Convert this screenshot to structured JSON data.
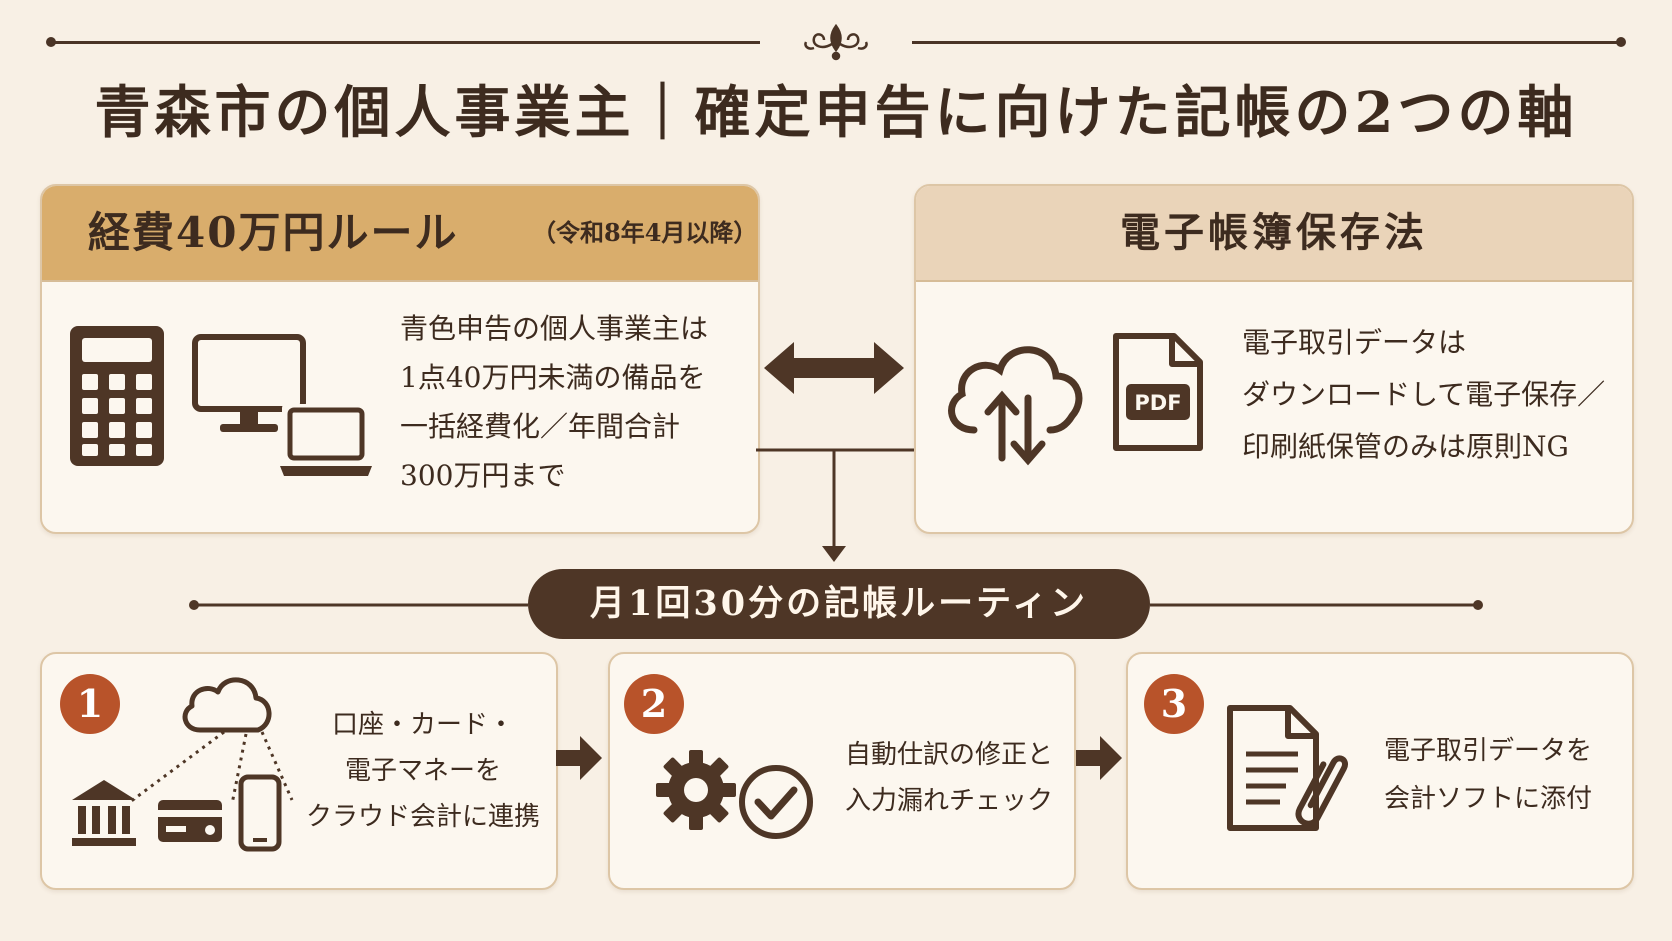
{
  "title": "青森市の個人事業主｜確定申告に向けた記帳の2つの軸",
  "left_card": {
    "heading": "経費40万円ルール",
    "heading_note": "（令和8年4月以降）",
    "lines": [
      "青色申告の個人事業主は",
      "1点40万円未満の備品を",
      "一括経費化／年間合計",
      "300万円まで"
    ]
  },
  "right_card": {
    "heading": "電子帳簿保存法",
    "pdf_label": "PDF",
    "lines": [
      "電子取引データは",
      "ダウンロードして電子保存／",
      "印刷紙保管のみは原則NG"
    ]
  },
  "routine": {
    "label": "月1回30分の記帳ルーティン"
  },
  "steps": [
    {
      "number": "1",
      "lines": [
        "口座・カード・",
        "電子マネーを",
        "クラウド会計に連携"
      ]
    },
    {
      "number": "2",
      "lines": [
        "自動仕訳の修正と",
        "入力漏れチェック"
      ]
    },
    {
      "number": "3",
      "lines": [
        "電子取引データを",
        "会計ソフトに添付"
      ]
    }
  ],
  "colors": {
    "background": "#f8f0e5",
    "dark_brown": "#4e3626",
    "accent_gold": "#d9ad6c",
    "accent_beige": "#ead4b9",
    "step_badge": "#b8532a"
  },
  "icons": [
    "ornament-icon",
    "calculator-icon",
    "monitor-icon",
    "laptop-icon",
    "cloud-sync-icon",
    "pdf-file-icon",
    "cloud-icon",
    "bank-icon",
    "credit-card-icon",
    "smartphone-icon",
    "gear-icon",
    "check-circle-icon",
    "document-clip-icon"
  ]
}
